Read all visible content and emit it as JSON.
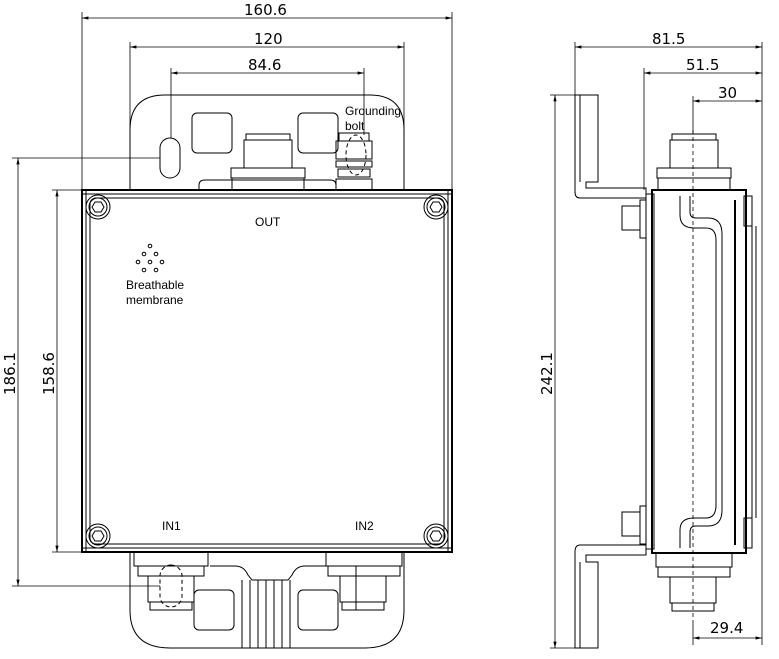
{
  "drawing": {
    "front_view": {
      "dimensions": {
        "overall_width": "160.6",
        "bracket_width": "120",
        "hole_spacing": "84.6",
        "overall_height": "186.1",
        "box_height": "158.6"
      },
      "labels": {
        "output": "OUT",
        "input1": "IN1",
        "input2": "IN2",
        "membrane_line1": "Breathable",
        "membrane_line2": "membrane",
        "grounding_line1": "Grounding",
        "grounding_line2": "bolt"
      }
    },
    "side_view": {
      "dimensions": {
        "overall_depth": "81.5",
        "box_depth": "51.5",
        "connector_offset": "30",
        "overall_height": "242.1",
        "bottom_connector_offset": "29.4"
      }
    }
  }
}
